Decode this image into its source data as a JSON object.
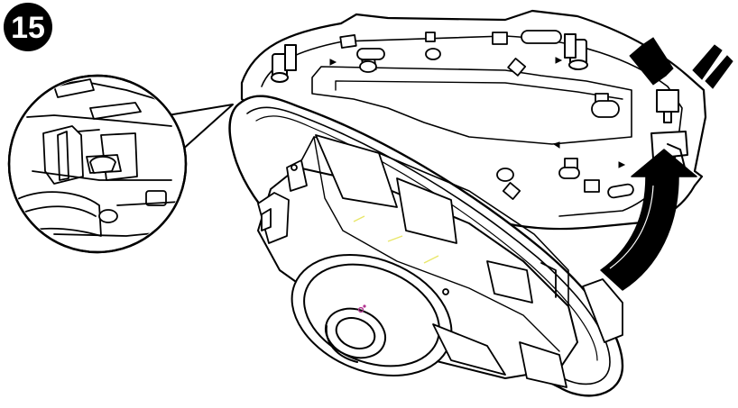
{
  "step": {
    "number": "15"
  },
  "colors": {
    "ink": "#000000",
    "paper": "#ffffff",
    "highlight_magenta": "#b0328f",
    "highlight_yellow": "#e9e76a"
  },
  "icons": {
    "step_badge": "black-circle-number",
    "rotate_arrow": "curved-arrow-up-right",
    "click_marks": "double-slash-motion-marks",
    "detail_callout": "circular-magnified-inset"
  }
}
